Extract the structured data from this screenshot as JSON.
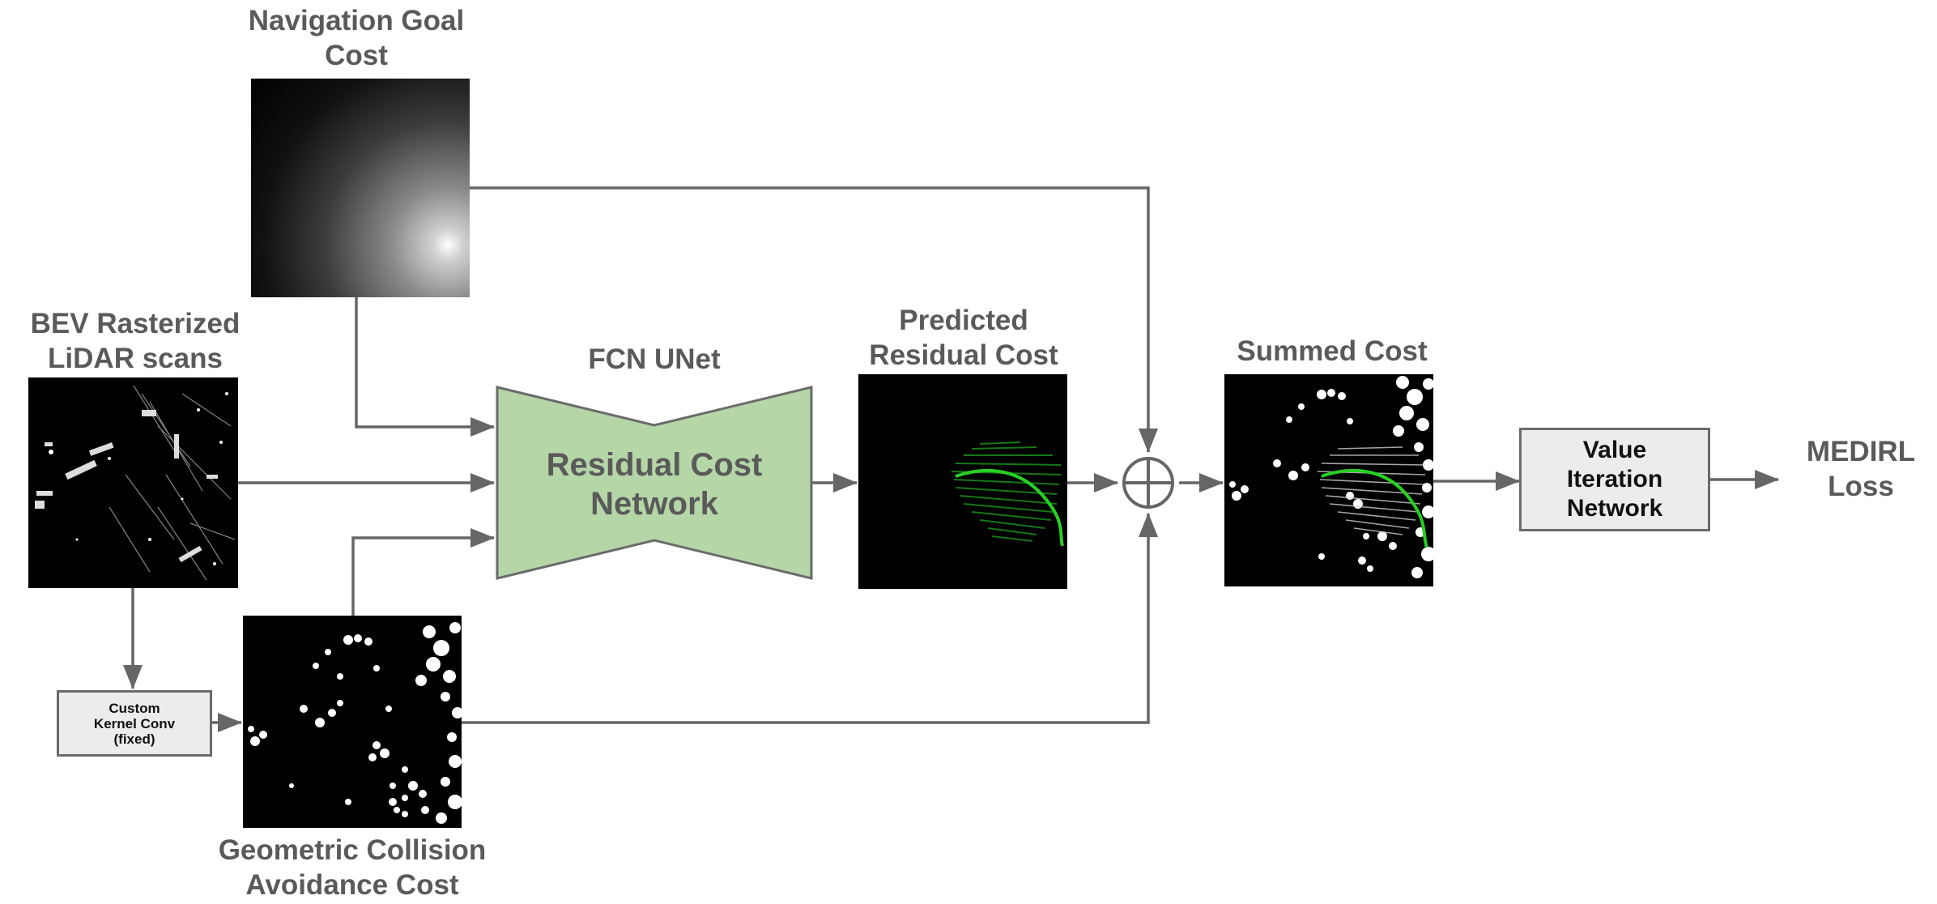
{
  "nodes": {
    "nav_goal": {
      "label_line1": "Navigation Goal",
      "label_line2": "Cost"
    },
    "bev": {
      "label_line1": "BEV Rasterized",
      "label_line2": "LiDAR scans"
    },
    "custom_conv": {
      "line1": "Custom",
      "line2": "Kernel Conv",
      "line3": "(fixed)"
    },
    "geometric": {
      "label_line1": "Geometric Collision",
      "label_line2": "Avoidance Cost"
    },
    "fcn_unet": {
      "title": "FCN UNet",
      "inner_line1": "Residual Cost",
      "inner_line2": "Network",
      "fill_color": "#b5d6a7"
    },
    "predicted_residual": {
      "label_line1": "Predicted",
      "label_line2": "Residual Cost",
      "trace_color": "#22c41e"
    },
    "sum_operator": {
      "symbol": "⊕"
    },
    "summed": {
      "label": "Summed Cost"
    },
    "value_iteration": {
      "line1": "Value",
      "line2": "Iteration",
      "line3": "Network"
    },
    "loss": {
      "label_line1": "MEDIRL",
      "label_line2": "Loss"
    }
  },
  "colors": {
    "arrow": "#666666",
    "label_text": "#5a5a5a",
    "box_fill": "#ececec"
  }
}
